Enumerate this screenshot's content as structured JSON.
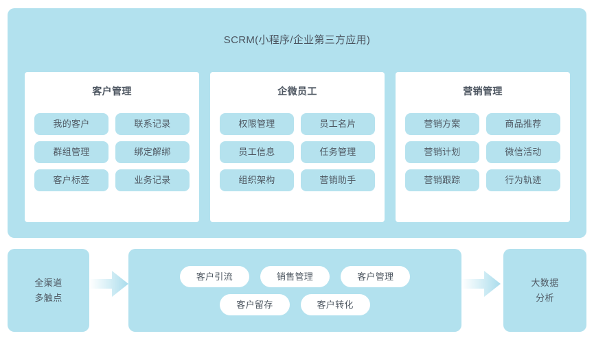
{
  "diagram": {
    "title": "SCRM(小程序/企业第三方应用)",
    "accent_color": "#b2e1ee",
    "pill_color": "#b5e2ee",
    "card_bg": "#ffffff",
    "text_color": "#4f5862"
  },
  "cards": [
    {
      "title": "客户管理",
      "items": [
        "我的客户",
        "联系记录",
        "群组管理",
        "绑定解绑",
        "客户标签",
        "业务记录"
      ]
    },
    {
      "title": "企微员工",
      "items": [
        "权限管理",
        "员工名片",
        "员工信息",
        "任务管理",
        "组织架构",
        "营销助手"
      ]
    },
    {
      "title": "营销管理",
      "items": [
        "营销方案",
        "商品推荐",
        "营销计划",
        "微信活动",
        "营销跟踪",
        "行为轨迹"
      ]
    }
  ],
  "flow": {
    "left": {
      "line1": "全渠道",
      "line2": "多触点"
    },
    "middle": {
      "row1": [
        "客户引流",
        "销售管理",
        "客户管理"
      ],
      "row2": [
        "客户留存",
        "客户转化"
      ]
    },
    "right": {
      "line1": "大数据",
      "line2": "分析"
    },
    "arrows": [
      "arrow-right-icon",
      "arrow-right-icon"
    ]
  }
}
